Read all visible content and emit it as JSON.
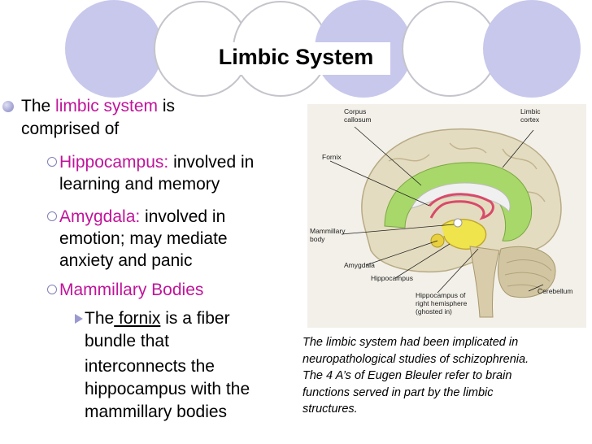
{
  "slide": {
    "title": "Limbic System",
    "main_bullet": {
      "prefix": "The ",
      "term": "limbic system",
      "suffix": " is",
      "line2": "comprised of"
    },
    "sub_bullets": [
      {
        "term": "Hippocampus:",
        "rest1": " involved in",
        "line2": "learning and memory"
      },
      {
        "term": "Amygdala:",
        "rest1": " involved in",
        "line2": "emotion; may mediate",
        "line3": "anxiety and panic"
      },
      {
        "term": "Mammillary Bodies"
      }
    ],
    "sub_sub_bullet": {
      "prefix": "The",
      "term": " fornix",
      "rest1": " is a fiber",
      "line2": "bundle that",
      "line3": "interconnects the",
      "line4": "hippocampus with the",
      "line5": "mammillary bodies"
    },
    "caption_lines": [
      "The limbic system had been implicated in",
      "neuropathological studies of schizophrenia.",
      "The 4 A’s of Eugen Bleuler refer to brain",
      "functions served in part by the limbic",
      "structures."
    ]
  },
  "figure": {
    "labels": {
      "corpus": "Corpus",
      "callosum": "callosum",
      "limbic": "Limbic",
      "cortex": "cortex",
      "fornix": "Fornix",
      "mammillary": "Mammillary",
      "body": "body",
      "amygdala": "Amygdala",
      "hippocampus": "Hippocampus",
      "hippo_right1": "Hippocampus of",
      "hippo_right2": "right hemisphere",
      "hippo_right3": "(ghosted in)",
      "cerebellum": "Cerebellum"
    }
  },
  "colors": {
    "accent_pink": "#c0149a",
    "circle_fill": "#c8c8ec",
    "circle_stroke": "#c4c4cc"
  }
}
